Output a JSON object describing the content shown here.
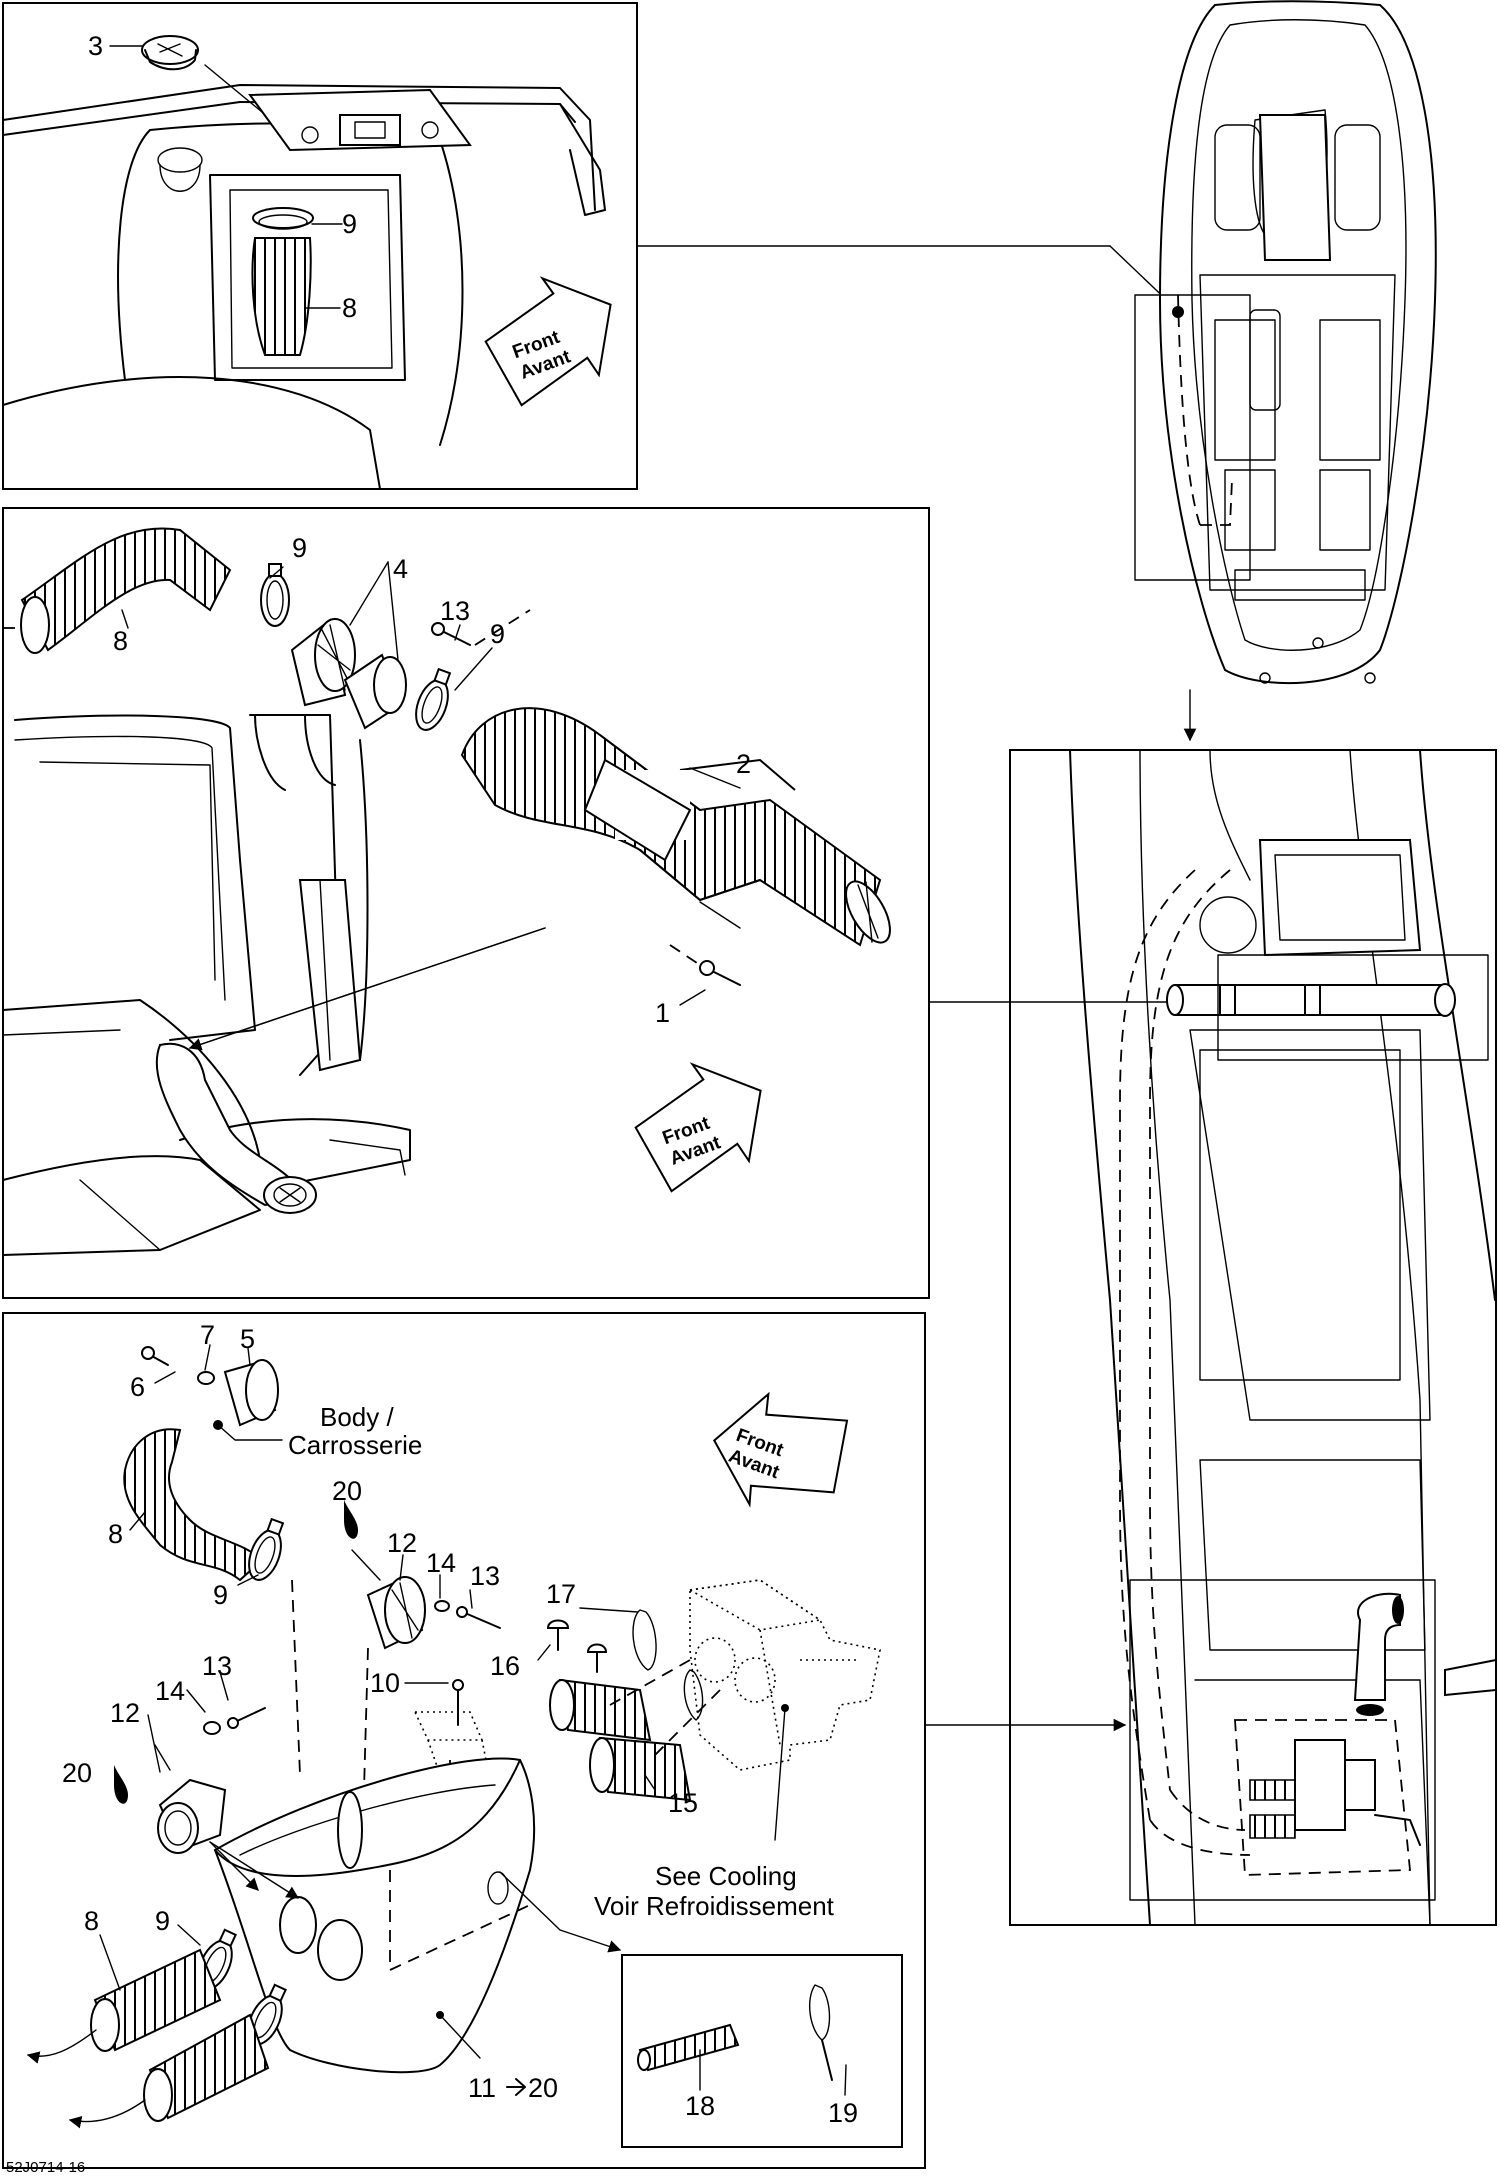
{
  "callouts": {
    "p1_3": "3",
    "p1_9": "9",
    "p1_8": "8",
    "p2_9a": "9",
    "p2_4": "4",
    "p2_13": "13",
    "p2_9b": "9",
    "p2_8": "8",
    "p2_2": "2",
    "p2_1": "1",
    "p3_7": "7",
    "p3_5": "5",
    "p3_6": "6",
    "p3_20a": "20",
    "p3_12a": "12",
    "p3_14a": "14",
    "p3_13a": "13",
    "p3_8a": "8",
    "p3_9a": "9",
    "p3_17": "17",
    "p3_16": "16",
    "p3_10": "10",
    "p3_14b": "14",
    "p3_13b": "13",
    "p3_12b": "12",
    "p3_20b": "20",
    "p3_15": "15",
    "p3_9b": "9",
    "p3_8b": "8",
    "p3_11": "11",
    "p3_11_to": "20",
    "p3_18": "18",
    "p3_19": "19"
  },
  "notes": {
    "body_line1": "Body /",
    "body_line2": "Carrosserie",
    "cooling_line1": "See Cooling",
    "cooling_line2": "Voir Refroidissement"
  },
  "direction": {
    "line1": "Front",
    "line2": "Avant"
  },
  "drawing_ref": "52J0714-16"
}
